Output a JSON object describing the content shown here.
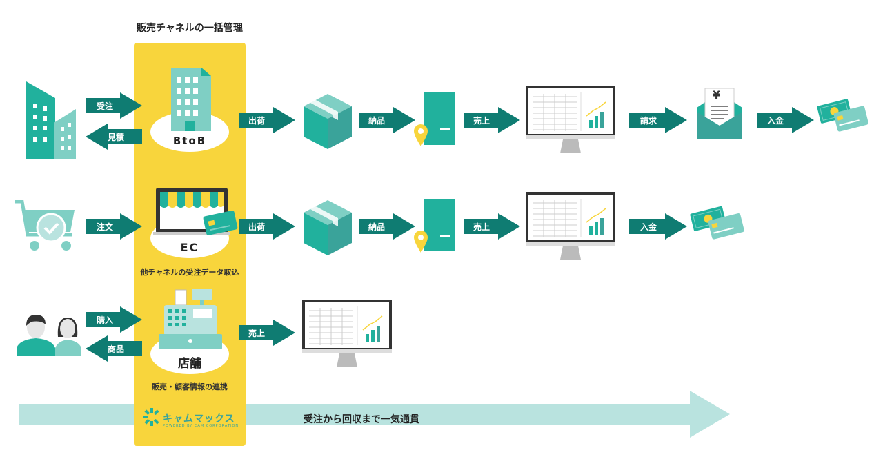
{
  "column_title": "販売チャネルの一括管理",
  "channels": {
    "btob": "BtoB",
    "ec": "EC",
    "store": "店舗"
  },
  "captions": {
    "ec_caption": "他チャネルの受注データ取込",
    "store_caption": "販売・顧客情報の連携"
  },
  "labels": {
    "juchu": "受注",
    "mitsumori": "見積",
    "chumon": "注文",
    "konyu": "購入",
    "shohin": "商品",
    "shukka": "出荷",
    "nohin": "納品",
    "uriage": "売上",
    "seikyu": "請求",
    "nyukin": "入金"
  },
  "footer": {
    "logo": "キャムマックス",
    "logo_sub": "POWERED BY CAM CORPORATION",
    "flow_text": "受注から回収まで一気通貫"
  },
  "icons": {
    "yen": "¥"
  },
  "colors": {
    "teal": "#21b19d",
    "dark_teal": "#0f7c72",
    "light_teal": "#7fcfc4",
    "yellow": "#f8d53c",
    "pale_teal": "#b9e3df"
  }
}
